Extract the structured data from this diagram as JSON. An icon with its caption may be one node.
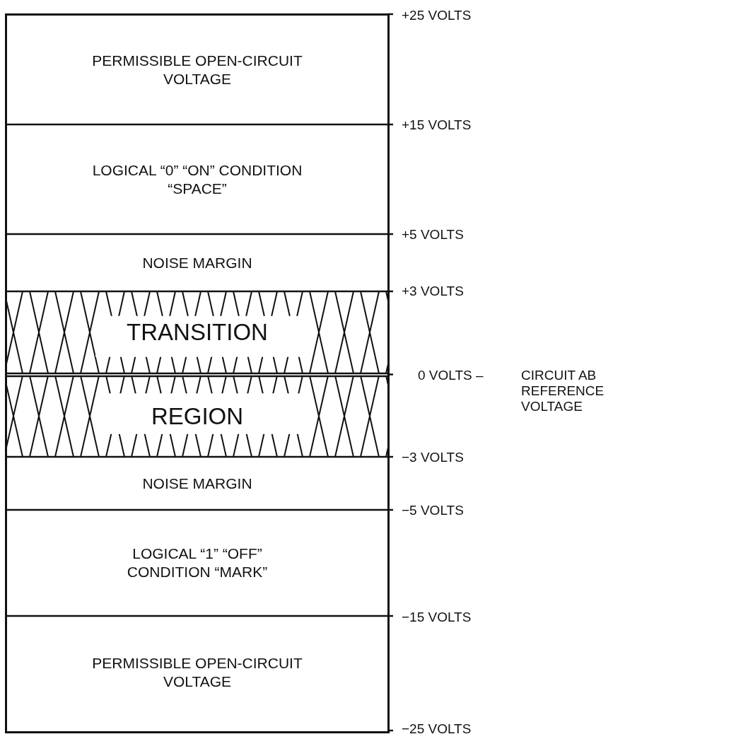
{
  "diagram": {
    "nodes": [
      {
        "text": [
          "PERMISSIBLE OPEN-CIRCUIT VOLTAGE"
        ]
      },
      {
        "text": [
          "LOGICAL “0” “ON” CONDITION “SPACE”"
        ]
      },
      {
        "text": [
          "NOISE MARGIN"
        ]
      },
      {
        "text": [
          "TRANSITION"
        ]
      },
      {
        "text": [
          "REGION"
        ]
      },
      {
        "text": [
          "NOISE MARGIN"
        ]
      },
      {
        "text": [
          "LOGICAL “1” “OFF” CONDITION “MARK”"
        ]
      },
      {
        "text": [
          "PERMISSIBLE OPEN-CIRCUIT VOLTAGE"
        ]
      }
    ],
    "edges": [],
    "labels": [
      "+25 VOLTS",
      "+15 VOLTS",
      "+5 VOLTS",
      "+3 VOLTS",
      "0 VOLTS –",
      "CIRCUIT AB REFERENCE VOLTAGE",
      "−3 VOLTS",
      "−5 VOLTS",
      "−15 VOLTS",
      "−25 VOLTS"
    ]
  }
}
